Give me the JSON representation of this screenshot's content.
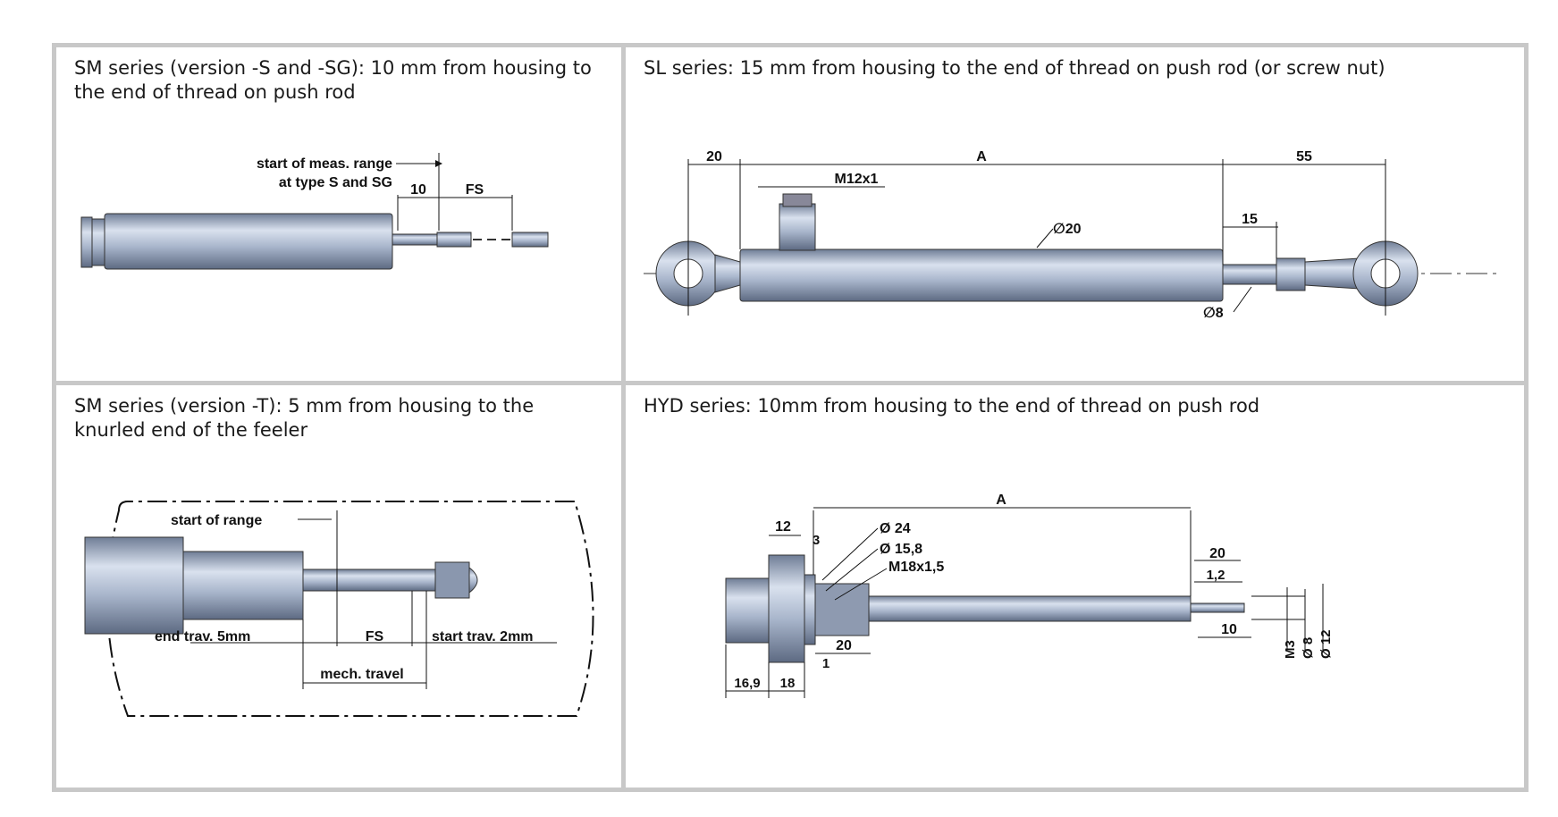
{
  "panels": {
    "sm_s": {
      "caption_line1": "SM series (version -S and -SG): 10 mm from housing to",
      "caption_line2": "the end of thread on push rod",
      "label_start_line1": "start of meas. range",
      "label_start_line2": "at type S and SG",
      "dim_10": "10",
      "dim_fs": "FS"
    },
    "sl": {
      "caption": "SL series: 15 mm from housing to the end of thread on push rod (or screw nut)",
      "dim_20": "20",
      "dim_a": "A",
      "dim_55": "55",
      "dim_m12": "M12x1",
      "dim_15": "15",
      "dim_d20": "∅20",
      "dim_d8": "∅8"
    },
    "sm_t": {
      "caption_line1": "SM series (version -T): 5 mm from housing to the",
      "caption_line2": "knurled end of the feeler",
      "label_start": "start of range",
      "label_end": "end trav. 5mm",
      "label_fs": "FS",
      "label_start_trav": "start trav. 2mm",
      "label_mech": "mech. travel"
    },
    "hyd": {
      "caption": "HYD series: 10mm from housing to the end of thread on push rod",
      "dim_a": "A",
      "dim_12": "12",
      "dim_3": "3",
      "dim_d24": "Ø 24",
      "dim_d158": "Ø 15,8",
      "dim_m18": "M18x1,5",
      "dim_20r": "20",
      "dim_12r": "1,2",
      "dim_10": "10",
      "dim_m3": "M3",
      "dim_d8": "Ø 8",
      "dim_d12": "Ø 12",
      "dim_20b": "20",
      "dim_1": "1",
      "dim_169": "16,9",
      "dim_18": "18"
    }
  },
  "colors": {
    "border": "#c8c8c8",
    "metal": "#a9b6cc",
    "line": "#111111"
  }
}
